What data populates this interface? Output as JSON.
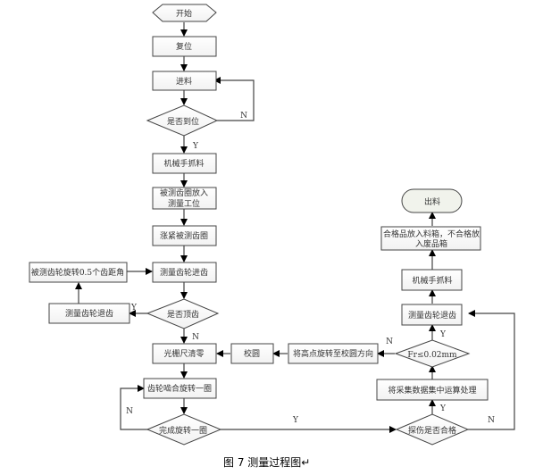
{
  "nodes": {
    "start": "开始",
    "reset": "复位",
    "feed": "进料",
    "in_position": "是否到位",
    "robot_grab_1": "机械手抓料",
    "place_gear_l1": "被测齿圈放入",
    "place_gear_l2": "测量工位",
    "clamp_gear": "涨紧被测齿圈",
    "gear_advance": "测量齿轮进齿",
    "rotate_half_pitch": "被测齿轮旋转0.5个齿距角",
    "gear_retract_left": "测量齿轮退齿",
    "tooth_top": "是否顶齿",
    "grating_zero": "光栅尺清零",
    "calibrate": "校圆",
    "rotate_high_point": "将高点旋转至校圆方向",
    "mesh_rotate": "齿轮啮合旋转一圈",
    "rotation_done": "完成旋转一圈",
    "flaw_ok": "探伤是否合格",
    "compute": "将采集数据集中运算处理",
    "fr_check": "Fr≤0.02mm",
    "gear_retract_right": "测量齿轮退齿",
    "robot_grab_2": "机械手抓料",
    "sort_l1": "合格品放入料箱，不合格放",
    "sort_l2": "入废品箱",
    "end": "出料"
  },
  "edge_labels": {
    "in_position_no": "N",
    "in_position_yes": "Y",
    "tooth_top_yes": "Y",
    "tooth_top_no": "N",
    "rotation_done_no": "N",
    "rotation_done_yes": "Y",
    "flaw_ok_yes": "Y",
    "flaw_ok_no": "N",
    "fr_check_yes": "Y",
    "fr_check_no": "N"
  },
  "caption": "图 7  测量过程图↵"
}
